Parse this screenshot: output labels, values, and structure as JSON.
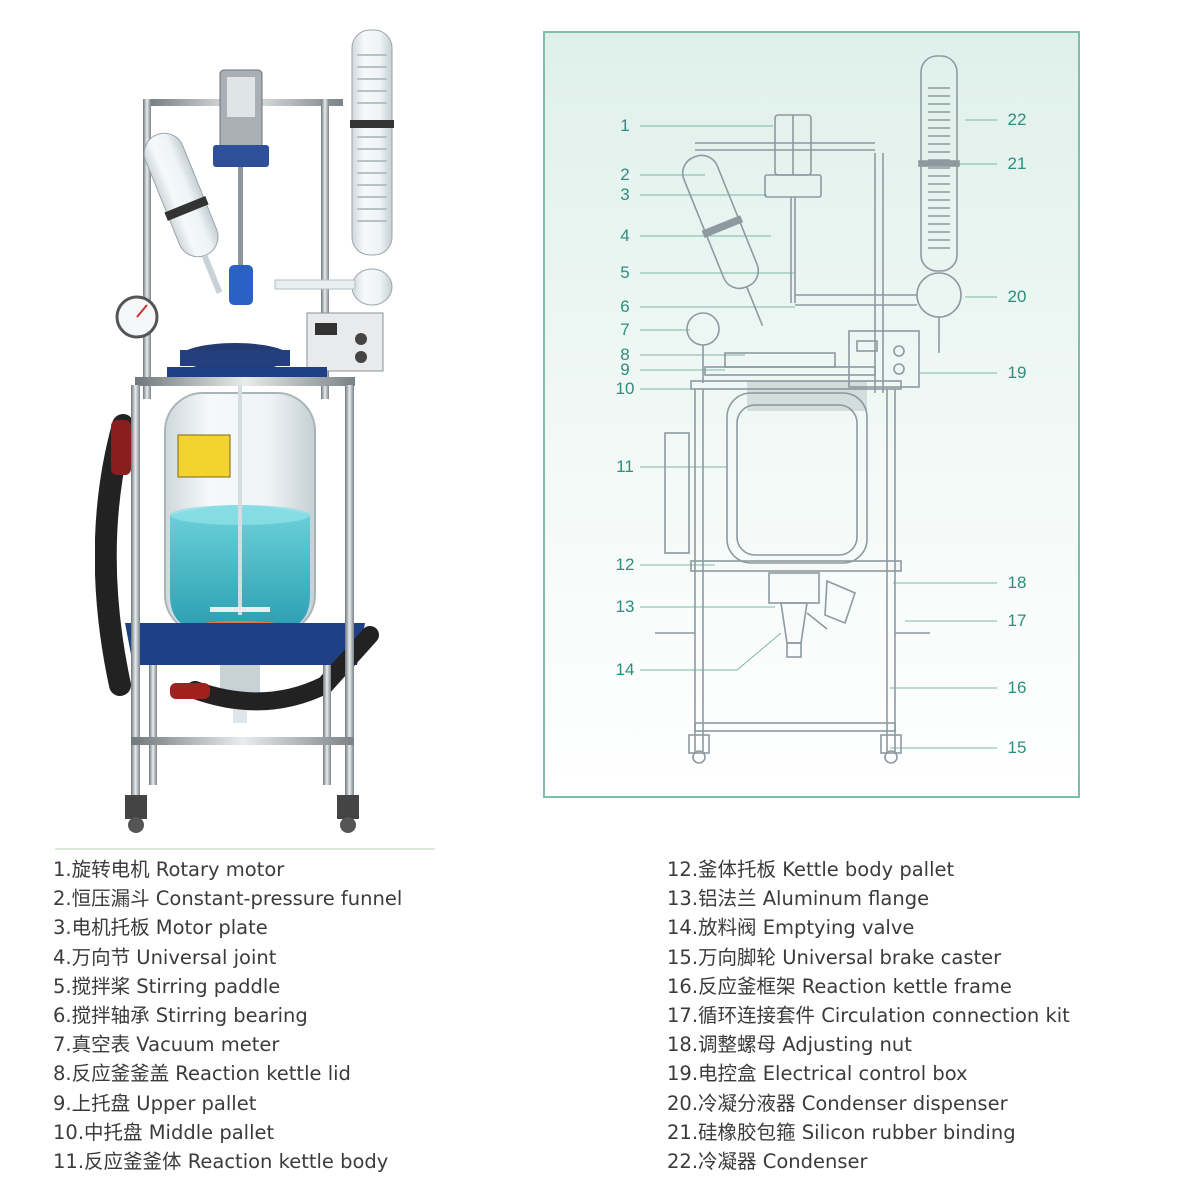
{
  "diagram": {
    "labels": [
      "1",
      "2",
      "3",
      "4",
      "5",
      "6",
      "7",
      "8",
      "9",
      "10",
      "11",
      "12",
      "13",
      "14",
      "15",
      "16",
      "17",
      "18",
      "19",
      "20",
      "21",
      "22"
    ]
  },
  "legend": {
    "left": [
      "1.旋转电机 Rotary motor",
      "2.恒压漏斗 Constant-pressure funnel",
      "3.电机托板 Motor plate",
      "4.万向节 Universal joint",
      "5.搅拌桨 Stirring paddle",
      "6.搅拌轴承 Stirring bearing",
      "7.真空表 Vacuum meter",
      "8.反应釜釜盖 Reaction kettle lid",
      "9.上托盘 Upper pallet",
      "10.中托盘 Middle pallet",
      "11.反应釜釜体 Reaction kettle body"
    ],
    "right": [
      "12.釜体托板 Kettle body pallet",
      "13.铝法兰 Aluminum flange",
      "14.放料阀 Emptying valve",
      "15.万向脚轮 Universal brake caster",
      "16.反应釜框架 Reaction kettle frame",
      "17.循环连接套件 Circulation connection kit",
      "18.调整螺母 Adjusting nut",
      "19.电控盒 Electrical control box",
      "20.冷凝分液器 Condenser dispenser",
      "21.硅橡胶包箍 Silicon rubber binding",
      "22.冷凝器 Condenser"
    ]
  },
  "colors": {
    "frame_border": "#7fbfa9",
    "label_teal": "#2a8f7c",
    "liquid": "#3fb7c4",
    "steel": "#9aa3a8",
    "blue_plate": "#1f3f86"
  }
}
